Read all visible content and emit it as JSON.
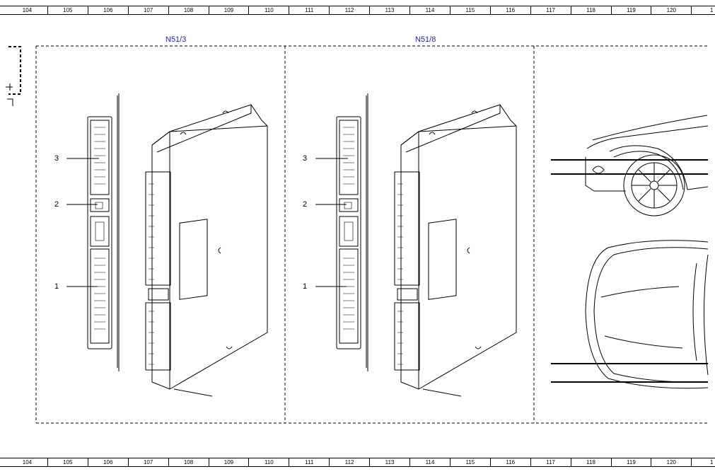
{
  "ruler": {
    "columns": [
      "104",
      "105",
      "106",
      "107",
      "108",
      "109",
      "110",
      "111",
      "112",
      "113",
      "114",
      "115",
      "116",
      "117",
      "118",
      "119",
      "120",
      "1"
    ]
  },
  "sections": [
    {
      "title": "N51/3",
      "callouts": [
        "3",
        "2",
        "1"
      ]
    },
    {
      "title": "N51/8",
      "callouts": [
        "3",
        "2",
        "1"
      ]
    }
  ]
}
